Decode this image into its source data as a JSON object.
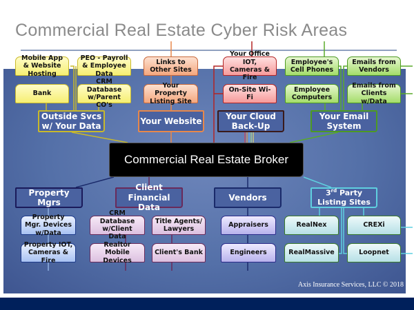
{
  "title": "Commercial Real Estate Cyber Risk Areas",
  "center": "Commercial Real Estate Broker",
  "top": {
    "outside": {
      "label": "Outside Svcs w/ Your Data",
      "items": [
        "Mobile App & Website Hosting",
        "PEO - Payroll & Employee Data",
        "Bank",
        "CRM Database w/Parent CO's"
      ]
    },
    "website": {
      "label": "Your Website",
      "items": [
        "Links to Other Sites",
        "Your Property Listing Site"
      ]
    },
    "cloud": {
      "label": "Your Cloud Back-Up",
      "items": [
        "Your Office IOT, Cameras & Fire",
        "On-Site Wi-Fi"
      ]
    },
    "email": {
      "label": "Your Email System",
      "items": [
        "Employee's Cell Phones",
        "Emails from Vendors",
        "Employee Computers",
        "Emails from Clients w/Data"
      ]
    }
  },
  "bottom": {
    "pm": {
      "label": "Property Mgrs",
      "items": [
        "Property Mgr. Devices w/Data",
        "Property IOT, Cameras & Fire"
      ]
    },
    "client": {
      "label_1": "Client",
      "label_2": "Financial Data",
      "items": [
        "CRM Database w/Client Data",
        "Title Agents/ Lawyers",
        "Realtor Mobile Devices",
        "Client's Bank"
      ]
    },
    "vendors": {
      "label": "Vendors",
      "items": [
        "Appraisers",
        "Engineers"
      ]
    },
    "third": {
      "label_num": "3",
      "label_sup": "rd",
      "label_rest": " Party",
      "label_2": "Listing Sites",
      "items": [
        "RealNex",
        "CREXi",
        "RealMassive",
        "Loopnet"
      ]
    }
  },
  "footer": "Axis Insurance Services, LLC © 2018"
}
